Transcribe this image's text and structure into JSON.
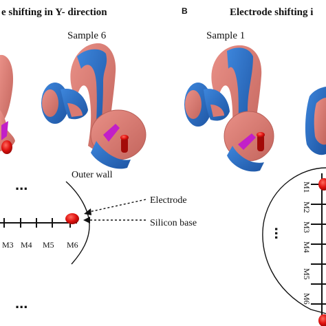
{
  "panel_a": {
    "title": "e shifting in Y- direction",
    "sample_label": "Sample 6",
    "ellipsis_top": "...",
    "ellipsis_bottom": "...",
    "outer_wall_label": "Outer wall",
    "electrode_label": "Electrode",
    "silicon_base_label": "Silicon base",
    "markers": [
      "M3",
      "M4",
      "M5",
      "M6"
    ]
  },
  "panel_b": {
    "letter": "B",
    "title": "Electrode shifting i",
    "sample_label": "Sample 1",
    "ellipsis": "...",
    "markers": [
      "M1",
      "M2",
      "M3",
      "M4",
      "M5",
      "M6"
    ]
  },
  "colors": {
    "cochlea_pink": "#d97a72",
    "cochlea_blue": "#2f73c9",
    "electrode_red": "#e0120f",
    "silicon_magenta": "#c21fc8"
  }
}
